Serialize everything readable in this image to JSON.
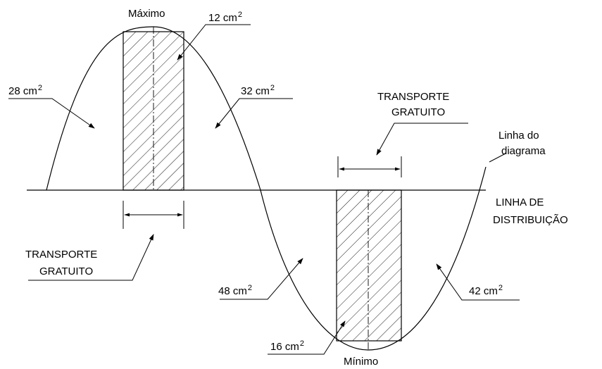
{
  "labels": {
    "maximo": "Máximo",
    "minimo": "Mínimo",
    "area_12": "12 cm",
    "area_28": "28 cm",
    "area_32": "32 cm",
    "area_48": "48 cm",
    "area_42": "42 cm",
    "area_16": "16 cm",
    "exponent": "2",
    "transporte_top_1": "TRANSPORTE",
    "transporte_top_2": "GRATUITO",
    "transporte_bottom_1": "TRANSPORTE",
    "transporte_bottom_2": "GRATUITO",
    "linha_diagrama_1": "Linha do",
    "linha_diagrama_2": "diagrama",
    "linha_distrib_1": "LINHA DE",
    "linha_distrib_2": "DISTRIBUIÇÃO"
  }
}
